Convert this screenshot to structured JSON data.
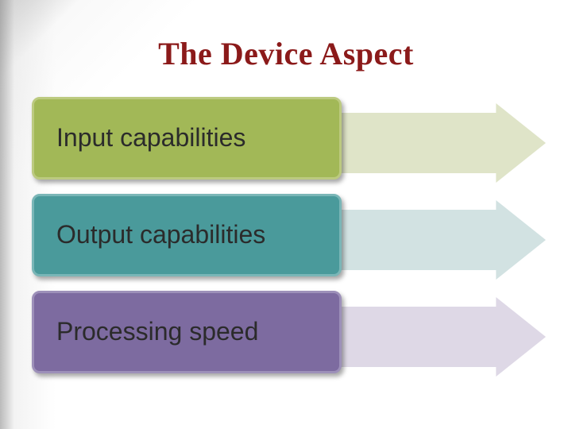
{
  "slide": {
    "title": "The Device Aspect",
    "title_color": "#8b1a1a",
    "text_color": "#2b2b2b",
    "items": [
      {
        "label": "Input capabilities",
        "box_color": "#a2b857",
        "border_color": "#bcca80",
        "arrow_color": "#dfe4c8"
      },
      {
        "label": "Output capabilities",
        "box_color": "#4a9a9b",
        "border_color": "#7ab6b7",
        "arrow_color": "#d2e2e2"
      },
      {
        "label": "Processing speed",
        "box_color": "#7d6ba0",
        "border_color": "#9d90b9",
        "arrow_color": "#ded8e6"
      }
    ]
  }
}
